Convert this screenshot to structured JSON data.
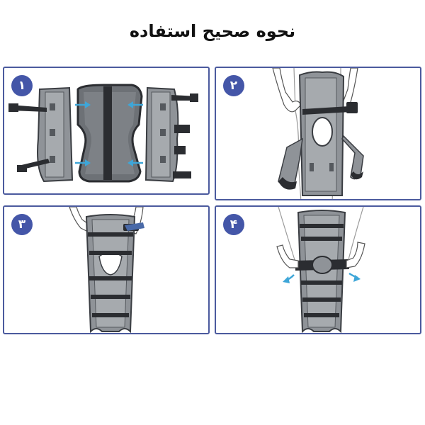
{
  "title": "نحوه صحیح استفاده",
  "steps": [
    {
      "number": "۱"
    },
    {
      "number": "۲"
    },
    {
      "number": "۳"
    },
    {
      "number": "۴"
    }
  ],
  "colors": {
    "panel_border": "#4b5a9e",
    "badge_fill": "#4456a8",
    "brace_gray": "#8f9398",
    "brace_dark": "#3a3d42",
    "strap_dark": "#2b2d31",
    "arrow_blue": "#3ea6d8"
  },
  "icons": [
    "brace-parts",
    "arrow-icon",
    "hand-icon",
    "leg-outline"
  ]
}
